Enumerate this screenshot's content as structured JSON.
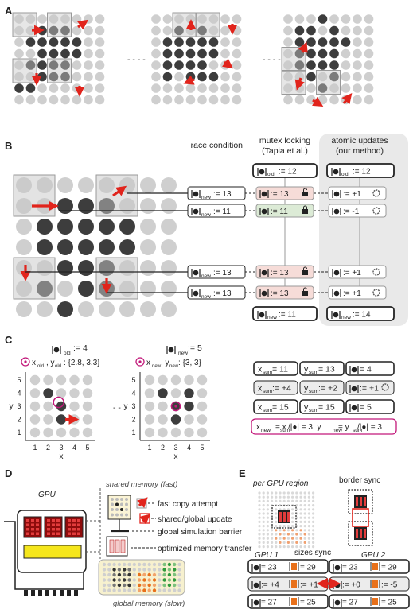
{
  "panel_letters": {
    "a": "A",
    "b": "B",
    "c": "C",
    "d": "D",
    "e": "E"
  },
  "colors": {
    "dark": "#3d3d3d",
    "light": "#cfcfcf",
    "arrow": "#e1241c",
    "red_box": "#f6dcd8",
    "green_box": "#dcebd6",
    "lock_gray": "#e6e6e6",
    "magenta": "#c2187a",
    "orange": "#e8701a",
    "yellow": "#f5e61c",
    "dark_red": "#8e0c0c"
  },
  "a": {
    "ellipsis1": "- - - -",
    "ellipsis2": "- - - -"
  },
  "b": {
    "header_race": "race condition",
    "header_mutex_1": "mutex locking",
    "header_mutex_2": "(Tapia et al.)",
    "header_atomic_1": "atomic updates",
    "header_atomic_2": "(our method)",
    "mutex_old_value": ":= 12",
    "atomic_old_value": ":= 12",
    "race_rows": [
      ":= 13",
      ":= 11",
      ":= 13",
      ":= 13"
    ],
    "mutex_rows": [
      ":= 13",
      ":= 11",
      ":= 13",
      ":= 13"
    ],
    "atomic_rows": [
      ":= +1",
      ":= -1",
      ":= +1",
      ":= +1"
    ],
    "mutex_new_value": ":= 11",
    "atomic_new_value": ":= 14",
    "sub_old": "old",
    "sub_new": "new"
  },
  "c": {
    "left_title": ":= 4",
    "left_title_sub": "old",
    "left_center_label": "x",
    "left_center_sub_x": "old",
    "left_center_y": ", y",
    "left_center_sub_y": "old",
    "left_center_value": ": {2.8, 3.3}",
    "right_title": ":= 5",
    "right_title_sub": "new",
    "right_center_label": "x",
    "right_center_sub_x": "new",
    "right_center_y": ", y",
    "right_center_sub_y": "new",
    "right_center_value": ": {3, 3}",
    "x_ticks": [
      "1",
      "2",
      "3",
      "4",
      "5"
    ],
    "y_ticks": [
      "1",
      "2",
      "3",
      "4",
      "5"
    ],
    "x_axis": "x",
    "y_axis": "y",
    "sum_row1": [
      "x",
      "sum",
      " = 11",
      "y",
      "sum",
      " = 13",
      " = 4"
    ],
    "sum_row2": [
      "x",
      "sum",
      " := +4",
      "y",
      "sum",
      " := +2",
      " := +1"
    ],
    "sum_row3": [
      "x",
      "sum",
      " = 15",
      "y",
      "sum",
      " = 15",
      " = 5"
    ],
    "formula": [
      "x",
      "new",
      " = x",
      "sum",
      "/|●| = 3,  y",
      "new",
      " = y",
      "sum",
      "/|●| = 3"
    ],
    "dash": "- -"
  },
  "d": {
    "gpu_label": "GPU",
    "shared_memory": "shared memory (fast)",
    "global_memory": "global memory (slow)",
    "fast_copy": "fast copy attempt",
    "shared_update": "shared/global update",
    "barrier": "global simulation barrier",
    "transfer": "optimized memory transfer"
  },
  "e": {
    "per_gpu": "per GPU region",
    "border_sync": "border sync",
    "gpu1": "GPU 1",
    "gpu2": "GPU 2",
    "sizes_sync": "sizes sync",
    "gpu1_rows": [
      [
        " = 23",
        " = 29"
      ],
      [
        " := +4",
        " := +1"
      ],
      [
        " = 27",
        " = 25"
      ]
    ],
    "gpu2_rows": [
      [
        " = 23",
        " = 29"
      ],
      [
        " := +0",
        " := -5"
      ],
      [
        " = 27",
        " = 25"
      ]
    ]
  }
}
